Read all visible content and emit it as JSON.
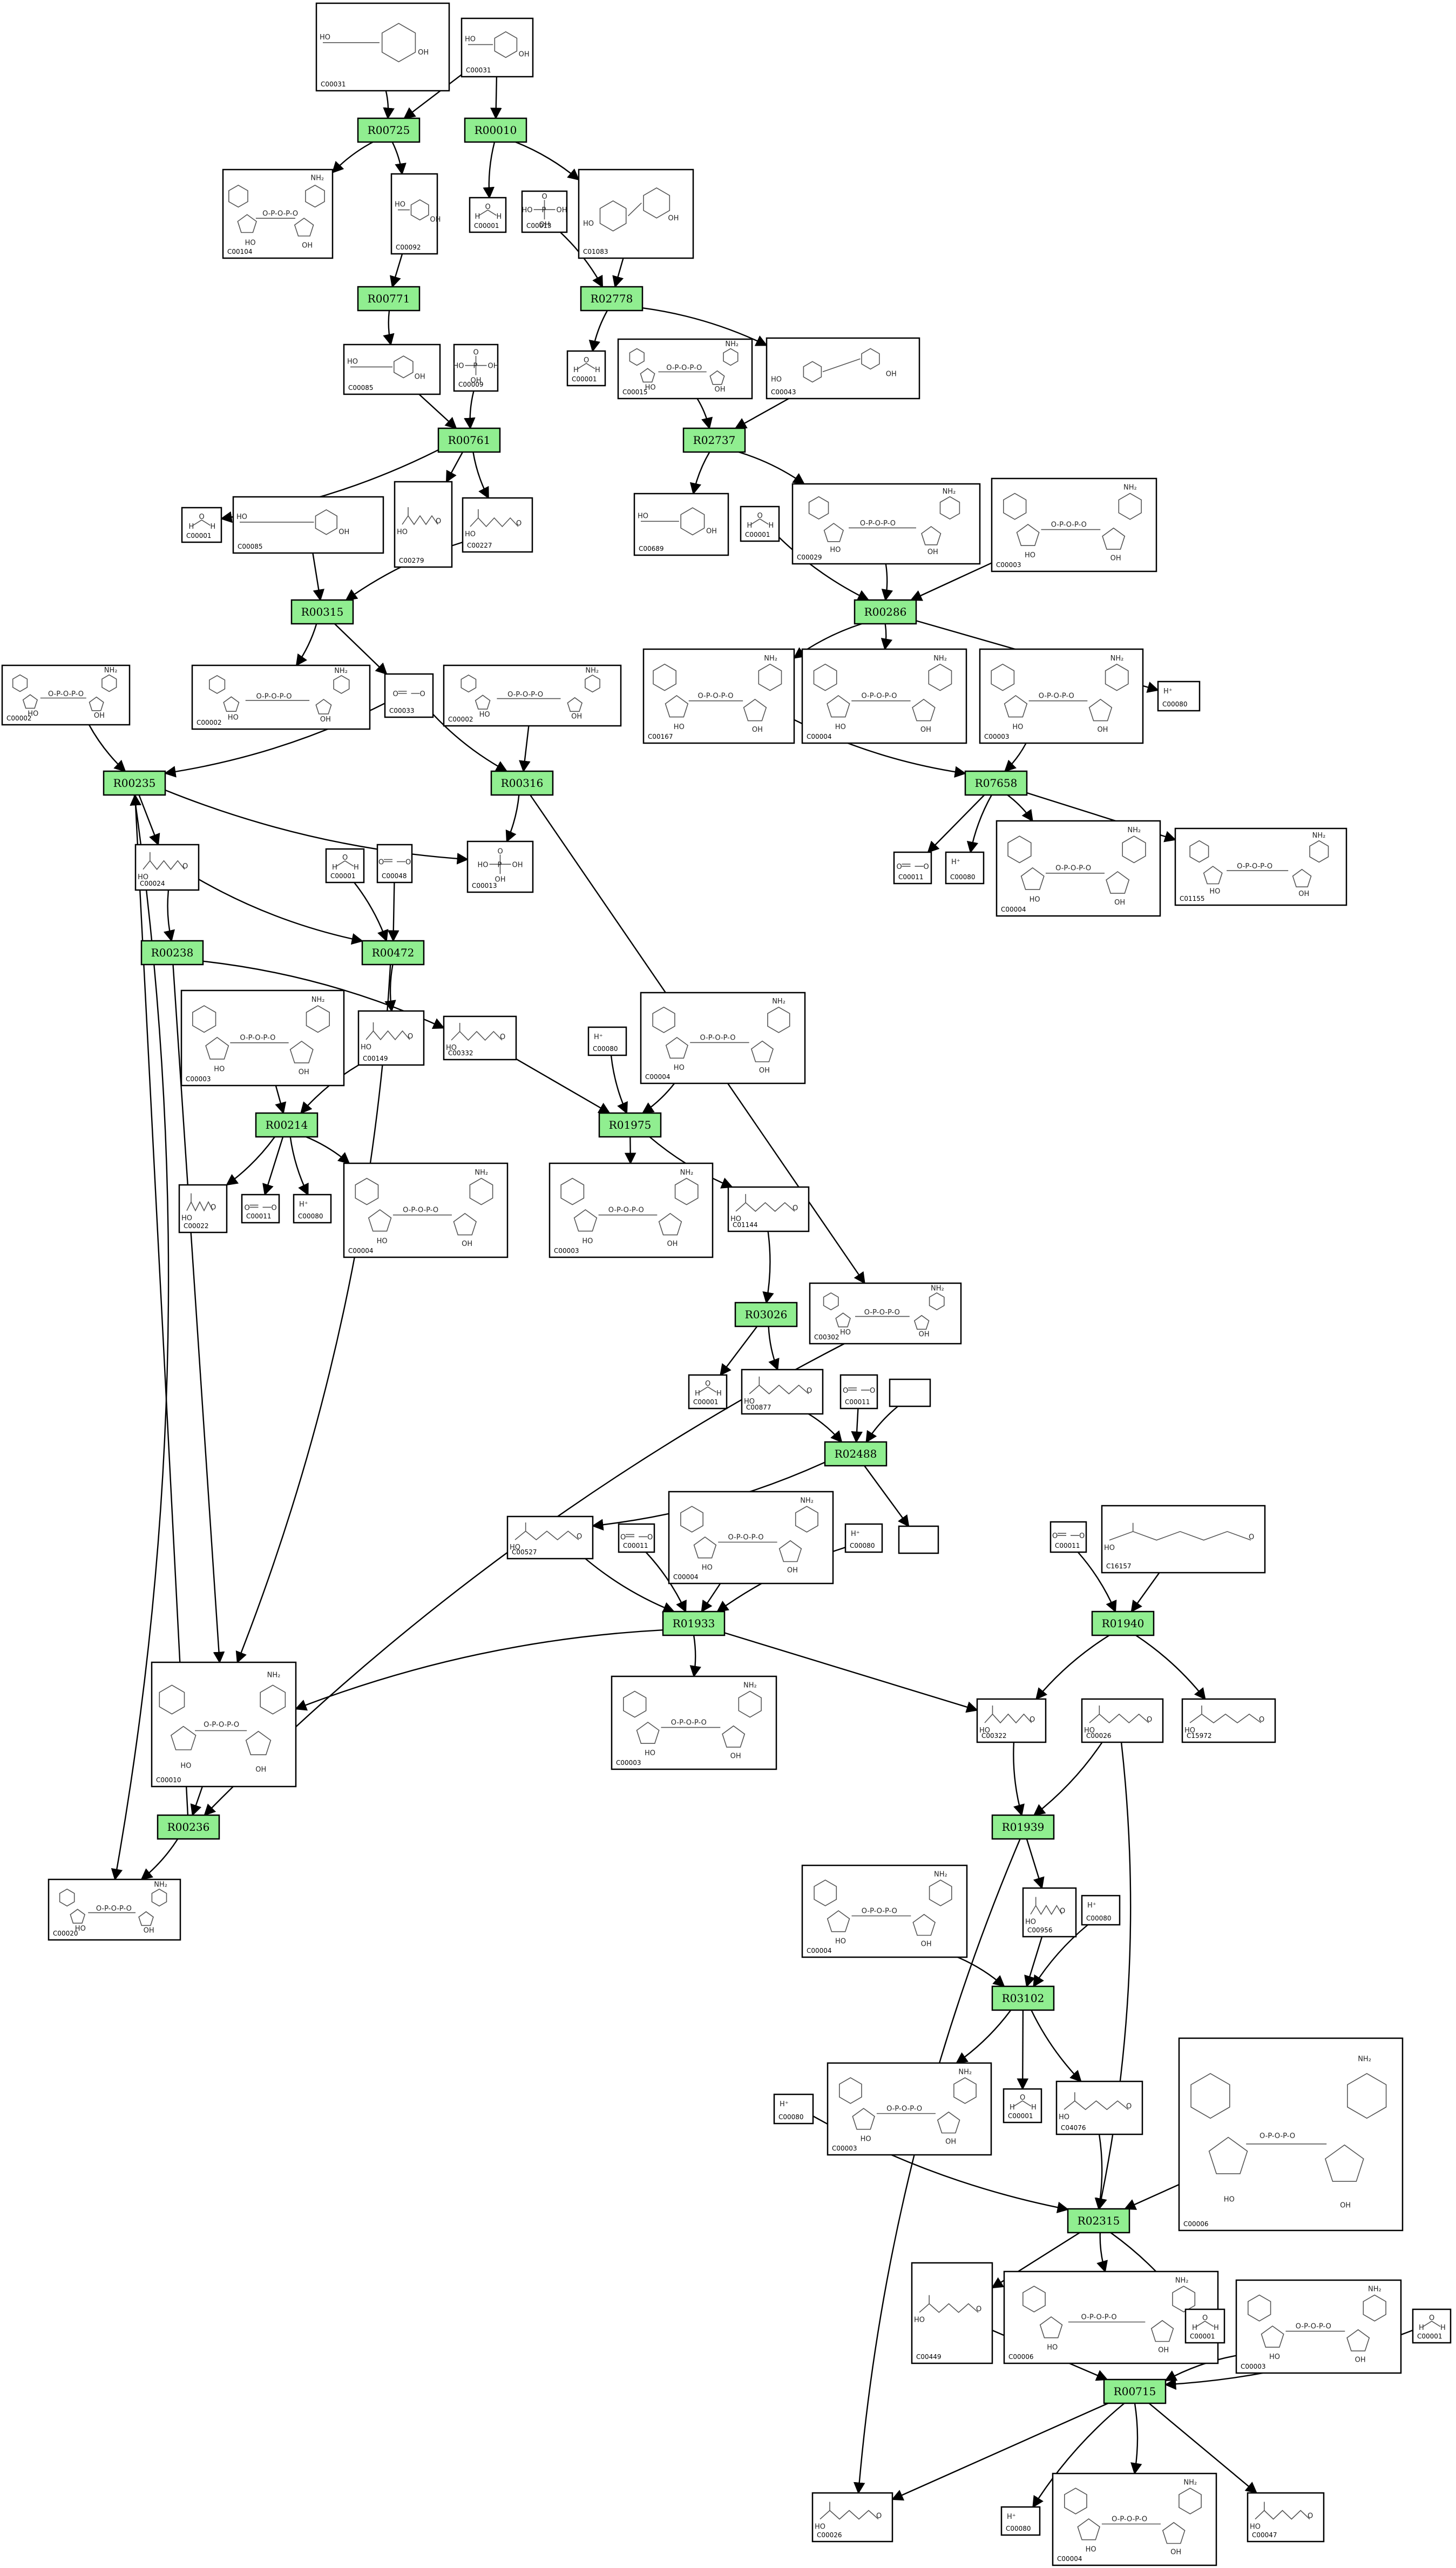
{
  "reactions": [
    {
      "id": "R00725",
      "label": "R00725"
    },
    {
      "id": "R00010",
      "label": "R00010"
    },
    {
      "id": "R00771",
      "label": "R00771"
    },
    {
      "id": "R02778",
      "label": "R02778"
    },
    {
      "id": "R00761",
      "label": "R00761"
    },
    {
      "id": "R02737",
      "label": "R02737"
    },
    {
      "id": "R00315",
      "label": "R00315"
    },
    {
      "id": "R00286",
      "label": "R00286"
    },
    {
      "id": "R00235",
      "label": "R00235"
    },
    {
      "id": "R00316",
      "label": "R00316"
    },
    {
      "id": "R07658",
      "label": "R07658"
    },
    {
      "id": "R00238",
      "label": "R00238"
    },
    {
      "id": "R00472",
      "label": "R00472"
    },
    {
      "id": "R00214",
      "label": "R00214"
    },
    {
      "id": "R01975",
      "label": "R01975"
    },
    {
      "id": "R03026",
      "label": "R03026"
    },
    {
      "id": "R02488",
      "label": "R02488"
    },
    {
      "id": "R01933",
      "label": "R01933"
    },
    {
      "id": "R01940",
      "label": "R01940"
    },
    {
      "id": "R00236",
      "label": "R00236"
    },
    {
      "id": "R01939",
      "label": "R01939"
    },
    {
      "id": "R03102",
      "label": "R03102"
    },
    {
      "id": "R02315",
      "label": "R02315"
    },
    {
      "id": "R00715",
      "label": "R00715"
    }
  ],
  "compounds": [
    {
      "id": "c1",
      "label": "C00031",
      "structure": "ring"
    },
    {
      "id": "c2",
      "label": "C00031",
      "structure": "ring"
    },
    {
      "id": "c3",
      "label": "C00104",
      "structure": "nucleotide"
    },
    {
      "id": "c4",
      "label": "C00092",
      "structure": "ring"
    },
    {
      "id": "c5",
      "label": "C00001",
      "structure": "water"
    },
    {
      "id": "c6",
      "label": "C00013",
      "structure": "phosphate"
    },
    {
      "id": "c7",
      "label": "C01083",
      "structure": "disaccharide"
    },
    {
      "id": "c8",
      "label": "C00085",
      "structure": "ring"
    },
    {
      "id": "c9",
      "label": "C00009",
      "structure": "phosphate"
    },
    {
      "id": "c10",
      "label": "C00001",
      "structure": "water"
    },
    {
      "id": "c11",
      "label": "C00015",
      "structure": "nucleotide"
    },
    {
      "id": "c12",
      "label": "C00043",
      "structure": "disaccharide"
    },
    {
      "id": "c13",
      "label": "C00001",
      "structure": "water"
    },
    {
      "id": "c14",
      "label": "C00085",
      "structure": "ring"
    },
    {
      "id": "c15",
      "label": "C00279",
      "structure": "chain"
    },
    {
      "id": "c16",
      "label": "C00227",
      "structure": "chain"
    },
    {
      "id": "c17",
      "label": "C00689",
      "structure": "ring"
    },
    {
      "id": "c18",
      "label": "C00001",
      "structure": "water"
    },
    {
      "id": "c19",
      "label": "C00029",
      "structure": "nucleotide"
    },
    {
      "id": "c20",
      "label": "C00003",
      "structure": "nucleotide"
    },
    {
      "id": "c21",
      "label": "C00002",
      "structure": "nucleotide"
    },
    {
      "id": "c22",
      "label": "C00002",
      "structure": "nucleotide"
    },
    {
      "id": "c23",
      "label": "C00033",
      "structure": "small"
    },
    {
      "id": "c24",
      "label": "C00002",
      "structure": "nucleotide"
    },
    {
      "id": "c25",
      "label": "C00167",
      "structure": "nucleotide"
    },
    {
      "id": "c26",
      "label": "C00004",
      "structure": "nucleotide"
    },
    {
      "id": "c27",
      "label": "C00003",
      "structure": "nucleotide"
    },
    {
      "id": "c28",
      "label": "C00080",
      "structure": "proton"
    },
    {
      "id": "c29",
      "label": "C00024",
      "structure": "chain"
    },
    {
      "id": "c30",
      "label": "C00001",
      "structure": "water"
    },
    {
      "id": "c31",
      "label": "C00048",
      "structure": "small"
    },
    {
      "id": "c32",
      "label": "C00013",
      "structure": "phosphate"
    },
    {
      "id": "c33",
      "label": "C00011",
      "structure": "small"
    },
    {
      "id": "c34",
      "label": "C00080",
      "structure": "proton"
    },
    {
      "id": "c35",
      "label": "C00004",
      "structure": "nucleotide"
    },
    {
      "id": "c36",
      "label": "C01155",
      "structure": "nucleotide"
    },
    {
      "id": "c37",
      "label": "C00003",
      "structure": "nucleotide"
    },
    {
      "id": "c38",
      "label": "C00149",
      "structure": "chain"
    },
    {
      "id": "c39",
      "label": "C00332",
      "structure": "chain"
    },
    {
      "id": "c40",
      "label": "C00080",
      "structure": "proton"
    },
    {
      "id": "c41",
      "label": "C00004",
      "structure": "nucleotide"
    },
    {
      "id": "c42",
      "label": "C00022",
      "structure": "chain"
    },
    {
      "id": "c43",
      "label": "C00011",
      "structure": "small"
    },
    {
      "id": "c44",
      "label": "C00080",
      "structure": "proton"
    },
    {
      "id": "c45",
      "label": "C00004",
      "structure": "nucleotide"
    },
    {
      "id": "c46",
      "label": "C00003",
      "structure": "nucleotide"
    },
    {
      "id": "c47",
      "label": "C01144",
      "structure": "chain"
    },
    {
      "id": "c48",
      "label": "C00302",
      "structure": "nucleotide"
    },
    {
      "id": "c49",
      "label": "C00001",
      "structure": "water"
    },
    {
      "id": "c50",
      "label": "C00877",
      "structure": "chain"
    },
    {
      "id": "c51",
      "label": "C00011",
      "structure": "small"
    },
    {
      "id": "c52",
      "label": "",
      "structure": "empty"
    },
    {
      "id": "c53",
      "label": "C00527",
      "structure": "chain"
    },
    {
      "id": "c54",
      "label": "C00011",
      "structure": "small"
    },
    {
      "id": "c55",
      "label": "C00004",
      "structure": "nucleotide"
    },
    {
      "id": "c56",
      "label": "C00080",
      "structure": "proton"
    },
    {
      "id": "c57",
      "label": "",
      "structure": "empty"
    },
    {
      "id": "c58",
      "label": "C00011",
      "structure": "small"
    },
    {
      "id": "c59",
      "label": "C16157",
      "structure": "chain"
    },
    {
      "id": "c60",
      "label": "C00010",
      "structure": "nucleotide"
    },
    {
      "id": "c61",
      "label": "C00003",
      "structure": "nucleotide"
    },
    {
      "id": "c62",
      "label": "C00322",
      "structure": "chain"
    },
    {
      "id": "c63",
      "label": "C00026",
      "structure": "chain"
    },
    {
      "id": "c64",
      "label": "C15972",
      "structure": "chain"
    },
    {
      "id": "c65",
      "label": "C00020",
      "structure": "nucleotide"
    },
    {
      "id": "c66",
      "label": "C00004",
      "structure": "nucleotide"
    },
    {
      "id": "c67",
      "label": "C00956",
      "structure": "chain"
    },
    {
      "id": "c68",
      "label": "C00080",
      "structure": "proton"
    },
    {
      "id": "c69",
      "label": "C00003",
      "structure": "nucleotide"
    },
    {
      "id": "c70",
      "label": "C00001",
      "structure": "water"
    },
    {
      "id": "c71",
      "label": "C04076",
      "structure": "chain"
    },
    {
      "id": "c72",
      "label": "C00006",
      "structure": "nucleotide"
    },
    {
      "id": "c73",
      "label": "C00080",
      "structure": "proton"
    },
    {
      "id": "c74",
      "label": "C00449",
      "structure": "chain"
    },
    {
      "id": "c75",
      "label": "C00006",
      "structure": "nucleotide"
    },
    {
      "id": "c76",
      "label": "C00001",
      "structure": "water"
    },
    {
      "id": "c77",
      "label": "C00003",
      "structure": "nucleotide"
    },
    {
      "id": "c78",
      "label": "C00001",
      "structure": "water"
    },
    {
      "id": "c79",
      "label": "C00026",
      "structure": "chain"
    },
    {
      "id": "c80",
      "label": "C00080",
      "structure": "proton"
    },
    {
      "id": "c81",
      "label": "C00004",
      "structure": "nucleotide"
    },
    {
      "id": "c82",
      "label": "C00047",
      "structure": "chain"
    }
  ],
  "edges": [
    [
      "c1",
      "R00725"
    ],
    [
      "c2",
      "R00725"
    ],
    [
      "R00725",
      "c3"
    ],
    [
      "R00725",
      "c4"
    ],
    [
      "c2",
      "R00010"
    ],
    [
      "R00010",
      "c5"
    ],
    [
      "R00010",
      "c7"
    ],
    [
      "c4",
      "R00771"
    ],
    [
      "R00771",
      "c8"
    ],
    [
      "c6",
      "R02778"
    ],
    [
      "c7",
      "R02778"
    ],
    [
      "R02778",
      "c10"
    ],
    [
      "R02778",
      "c12"
    ],
    [
      "c8",
      "R00761"
    ],
    [
      "c9",
      "R00761"
    ],
    [
      "R00761",
      "c13"
    ],
    [
      "R00761",
      "c15"
    ],
    [
      "R00761",
      "c16"
    ],
    [
      "c11",
      "R02737"
    ],
    [
      "c12",
      "R02737"
    ],
    [
      "R02737",
      "c17"
    ],
    [
      "R02737",
      "c19"
    ],
    [
      "c14",
      "R00315"
    ],
    [
      "c16",
      "R00315"
    ],
    [
      "R00315",
      "c22"
    ],
    [
      "R00315",
      "c23"
    ],
    [
      "c18",
      "R00286"
    ],
    [
      "c19",
      "R00286"
    ],
    [
      "c20",
      "R00286"
    ],
    [
      "R00286",
      "c25"
    ],
    [
      "R00286",
      "c26"
    ],
    [
      "R00286",
      "c28"
    ],
    [
      "c21",
      "R00235"
    ],
    [
      "c23",
      "R00235"
    ],
    [
      "R00235",
      "c29"
    ],
    [
      "R00235",
      "c32"
    ],
    [
      "R00235",
      "c65"
    ],
    [
      "c24",
      "R00316"
    ],
    [
      "c23",
      "R00316"
    ],
    [
      "R00316",
      "c32"
    ],
    [
      "R00316",
      "c48"
    ],
    [
      "c25",
      "R07658"
    ],
    [
      "c27",
      "R07658"
    ],
    [
      "R07658",
      "c33"
    ],
    [
      "R07658",
      "c34"
    ],
    [
      "R07658",
      "c35"
    ],
    [
      "R07658",
      "c36"
    ],
    [
      "c29",
      "R00238"
    ],
    [
      "R00238",
      "c39"
    ],
    [
      "R00238",
      "c60"
    ],
    [
      "c29",
      "R00472"
    ],
    [
      "c30",
      "R00472"
    ],
    [
      "c31",
      "R00472"
    ],
    [
      "R00472",
      "c38"
    ],
    [
      "R00472",
      "c60"
    ],
    [
      "c37",
      "R00214"
    ],
    [
      "c38",
      "R00214"
    ],
    [
      "R00214",
      "c42"
    ],
    [
      "R00214",
      "c43"
    ],
    [
      "R00214",
      "c44"
    ],
    [
      "R00214",
      "c45"
    ],
    [
      "c39",
      "R01975"
    ],
    [
      "c40",
      "R01975"
    ],
    [
      "c41",
      "R01975"
    ],
    [
      "R01975",
      "c46"
    ],
    [
      "R01975",
      "c47"
    ],
    [
      "c47",
      "R03026"
    ],
    [
      "R03026",
      "c49"
    ],
    [
      "R03026",
      "c50"
    ],
    [
      "c50",
      "R02488"
    ],
    [
      "c51",
      "R02488"
    ],
    [
      "c52",
      "R02488"
    ],
    [
      "R02488",
      "c53"
    ],
    [
      "R02488",
      "c57"
    ],
    [
      "c53",
      "R01933"
    ],
    [
      "c54",
      "R01933"
    ],
    [
      "c55",
      "R01933"
    ],
    [
      "c56",
      "R01933"
    ],
    [
      "R01933",
      "c61"
    ],
    [
      "R01933",
      "c62"
    ],
    [
      "R01933",
      "c60"
    ],
    [
      "c58",
      "R01940"
    ],
    [
      "c59",
      "R01940"
    ],
    [
      "R01940",
      "c62"
    ],
    [
      "R01940",
      "c64"
    ],
    [
      "c60",
      "R00236"
    ],
    [
      "c48",
      "R00236"
    ],
    [
      "R00236",
      "c65"
    ],
    [
      "R00236",
      "R00235"
    ],
    [
      "c62",
      "R01939"
    ],
    [
      "c63",
      "R01939"
    ],
    [
      "R01939",
      "c67"
    ],
    [
      "R01939",
      "c79"
    ],
    [
      "c66",
      "R03102"
    ],
    [
      "c67",
      "R03102"
    ],
    [
      "c68",
      "R03102"
    ],
    [
      "R03102",
      "c69"
    ],
    [
      "R03102",
      "c70"
    ],
    [
      "R03102",
      "c71"
    ],
    [
      "c71",
      "R02315"
    ],
    [
      "c72",
      "R02315"
    ],
    [
      "c73",
      "R02315"
    ],
    [
      "c63",
      "R02315"
    ],
    [
      "R02315",
      "c74"
    ],
    [
      "R02315",
      "c75"
    ],
    [
      "R02315",
      "c76"
    ],
    [
      "c74",
      "R00715"
    ],
    [
      "c77",
      "R00715"
    ],
    [
      "c78",
      "R00715"
    ],
    [
      "R00715",
      "c79"
    ],
    [
      "R00715",
      "c80"
    ],
    [
      "R00715",
      "c81"
    ],
    [
      "R00715",
      "c82"
    ]
  ]
}
